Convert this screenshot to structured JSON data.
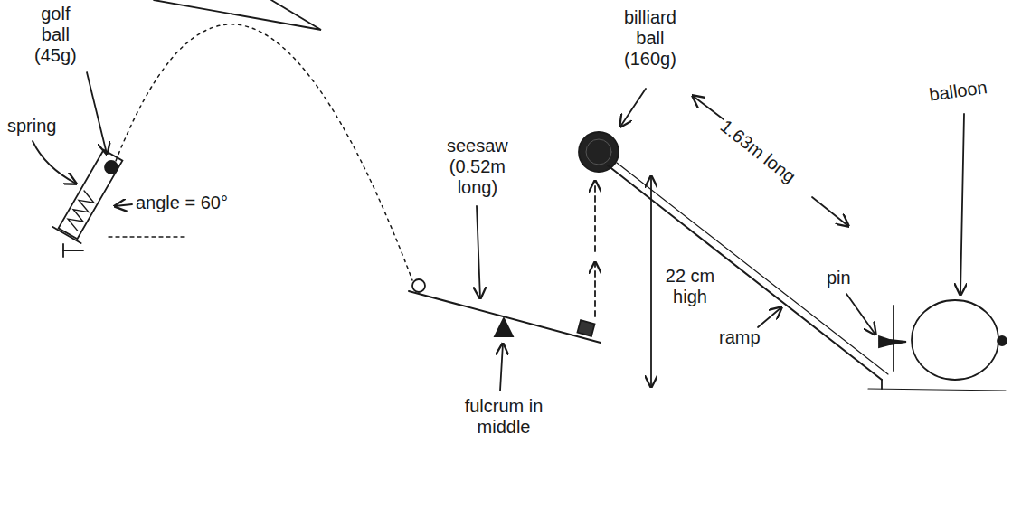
{
  "diagram": {
    "labels": [
      "golf ball (45g)",
      "spring",
      "angle = 60°",
      "seesaw (0.52m long)",
      "fulcrum in middle",
      "billiard ball (160g)",
      "22 cm high",
      "1.63m long",
      "ramp",
      "pin",
      "balloon"
    ]
  }
}
